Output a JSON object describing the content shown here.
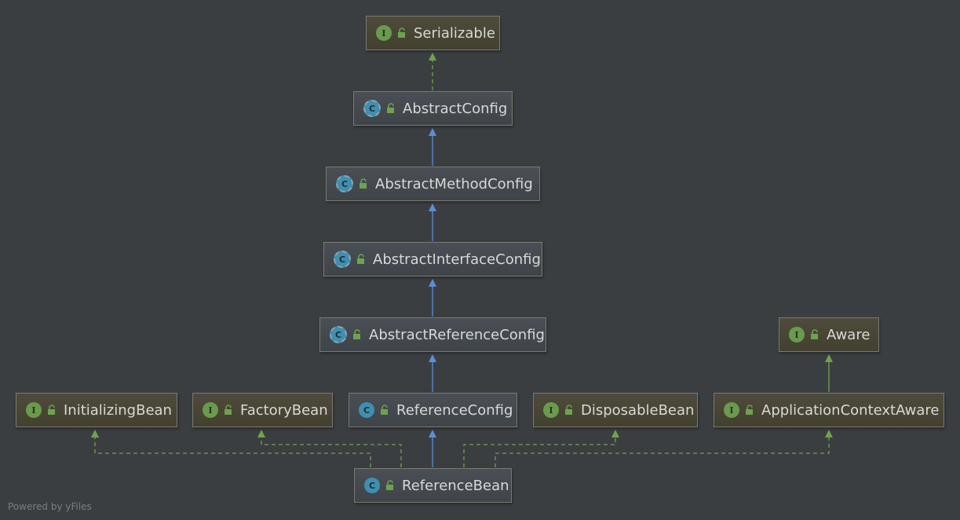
{
  "nodes": {
    "serializable": {
      "kind": "interface",
      "name": "Serializable"
    },
    "abstract_config": {
      "kind": "abstract-class",
      "name": "AbstractConfig"
    },
    "abstract_method_config": {
      "kind": "abstract-class",
      "name": "AbstractMethodConfig"
    },
    "abstract_interface_config": {
      "kind": "abstract-class",
      "name": "AbstractInterfaceConfig"
    },
    "abstract_reference_config": {
      "kind": "abstract-class",
      "name": "AbstractReferenceConfig"
    },
    "aware": {
      "kind": "interface",
      "name": "Aware"
    },
    "initializing_bean": {
      "kind": "interface",
      "name": "InitializingBean"
    },
    "factory_bean": {
      "kind": "interface",
      "name": "FactoryBean"
    },
    "reference_config": {
      "kind": "class",
      "name": "ReferenceConfig"
    },
    "disposable_bean": {
      "kind": "interface",
      "name": "DisposableBean"
    },
    "application_context_aware": {
      "kind": "interface",
      "name": "ApplicationContextAware"
    },
    "reference_bean": {
      "kind": "class",
      "name": "ReferenceBean"
    }
  },
  "relations": [
    {
      "from": "abstract_config",
      "to": "serializable",
      "type": "implements"
    },
    {
      "from": "abstract_method_config",
      "to": "abstract_config",
      "type": "extends"
    },
    {
      "from": "abstract_interface_config",
      "to": "abstract_method_config",
      "type": "extends"
    },
    {
      "from": "abstract_reference_config",
      "to": "abstract_interface_config",
      "type": "extends"
    },
    {
      "from": "reference_config",
      "to": "abstract_reference_config",
      "type": "extends"
    },
    {
      "from": "application_context_aware",
      "to": "aware",
      "type": "extends-interface"
    },
    {
      "from": "reference_bean",
      "to": "reference_config",
      "type": "extends"
    },
    {
      "from": "reference_bean",
      "to": "initializing_bean",
      "type": "implements"
    },
    {
      "from": "reference_bean",
      "to": "factory_bean",
      "type": "implements"
    },
    {
      "from": "reference_bean",
      "to": "disposable_bean",
      "type": "implements"
    },
    {
      "from": "reference_bean",
      "to": "application_context_aware",
      "type": "implements"
    }
  ],
  "colors": {
    "background": "#3b3e41",
    "extends_edge": "#5b8fd6",
    "implements_edge": "#6ea34e",
    "interface_badge": "#6a9a4d",
    "class_badge": "#3f8fb0"
  },
  "footer": "Powered by yFiles"
}
